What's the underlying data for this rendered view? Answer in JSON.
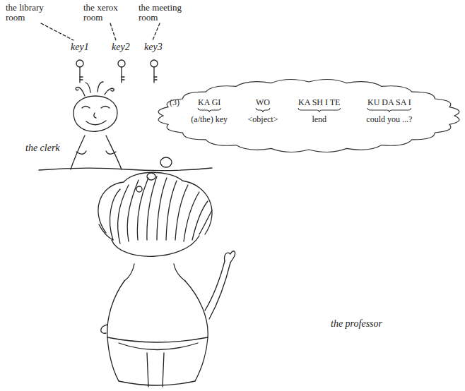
{
  "diagram": {
    "nodes": [
      {
        "text": [
          "(3)",
          "KA GI",
          "(a/the) key",
          "WO",
          "<object>",
          "KA SH I TE",
          "lend",
          "KU DA SA I",
          "could you ...?"
        ]
      }
    ],
    "labels": [
      "the library room",
      "the xerox room",
      "the meeting room",
      "key1",
      "key2",
      "key3",
      "the clerk",
      "the professor"
    ]
  }
}
